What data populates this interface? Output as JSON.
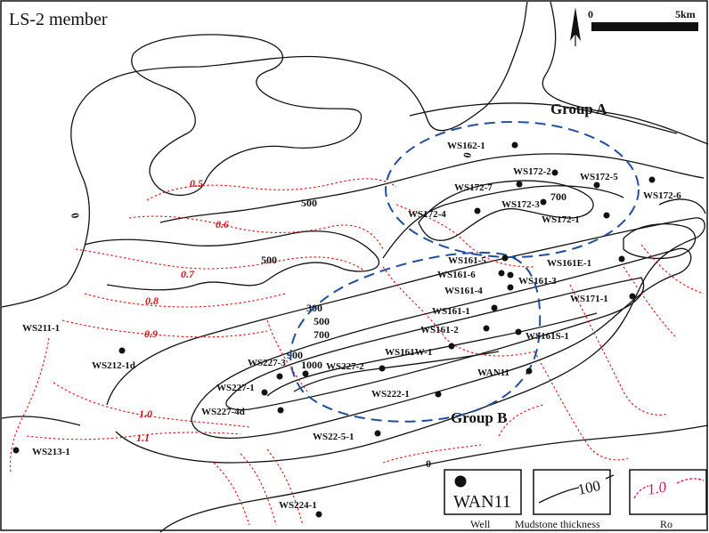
{
  "title": "LS-2 member",
  "scale_bar": {
    "start": "0",
    "end": "5km"
  },
  "groups": [
    {
      "label": "Group A"
    },
    {
      "label": "Group B"
    }
  ],
  "wells": [
    "WS162-1",
    "WS172-2",
    "WS172-5",
    "WS172-6",
    "WS172-7",
    "WS172-3",
    "WS172-4",
    "WS172-1",
    "WS161-5",
    "WS161E-1",
    "WS161-6",
    "WS161-3",
    "WS161-4",
    "WS171-1",
    "WS161-1",
    "WS161-2",
    "WS161S-1",
    "WS161W-1",
    "WAN11",
    "WS227-3",
    "WS227-2",
    "WS227-1",
    "WS222-1",
    "WS227-4d",
    "WS22-5-1",
    "WS211-1",
    "WS212-1d",
    "WS213-1",
    "WS224-1"
  ],
  "contour_labels": [
    "0",
    "500",
    "500",
    "700",
    "0",
    "300",
    "500",
    "700",
    "900",
    "1000",
    "0"
  ],
  "ro_labels": [
    "0.5",
    "0.6",
    "0.7",
    "0.8",
    "0.9",
    "1.0",
    "1.1"
  ],
  "legend": {
    "well_sample": "WAN11",
    "well_caption": "Well",
    "thickness_sample": "100",
    "thickness_caption": "Mudstone thickness",
    "ro_sample": "1.0",
    "ro_caption": "Ro"
  }
}
